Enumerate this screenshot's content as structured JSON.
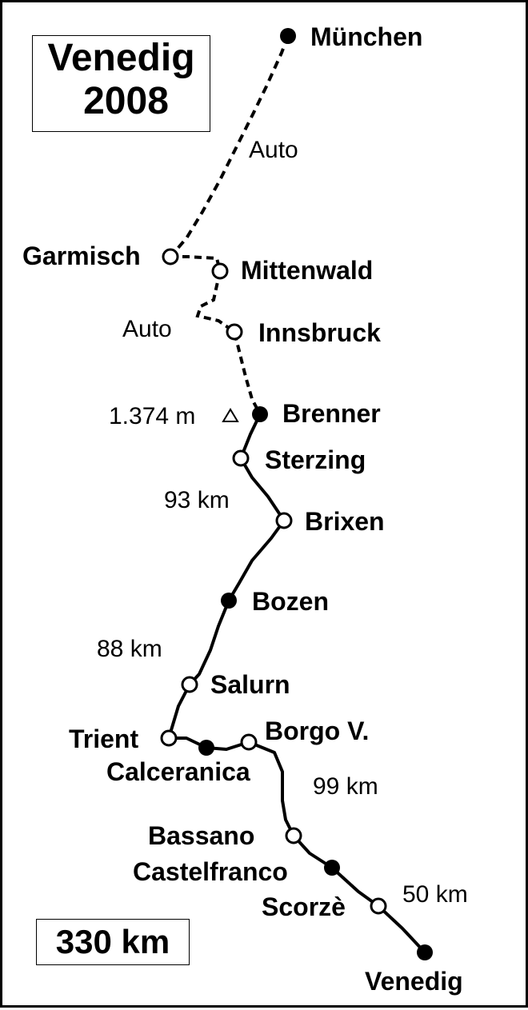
{
  "title": {
    "line1": "Venedig",
    "line2": "2008"
  },
  "total_distance": "330 km",
  "cities": [
    {
      "name": "München",
      "stop": "major"
    },
    {
      "name": "Garmisch",
      "stop": "minor"
    },
    {
      "name": "Mittenwald",
      "stop": "minor"
    },
    {
      "name": "Innsbruck",
      "stop": "minor"
    },
    {
      "name": "Brenner",
      "stop": "major"
    },
    {
      "name": "Sterzing",
      "stop": "minor"
    },
    {
      "name": "Brixen",
      "stop": "minor"
    },
    {
      "name": "Bozen",
      "stop": "major"
    },
    {
      "name": "Salurn",
      "stop": "minor"
    },
    {
      "name": "Trient",
      "stop": "minor"
    },
    {
      "name": "Calceranica",
      "stop": "major"
    },
    {
      "name": "Borgo V.",
      "stop": "minor"
    },
    {
      "name": "Bassano",
      "stop": "minor"
    },
    {
      "name": "Castelfranco",
      "stop": "major"
    },
    {
      "name": "Scorzè",
      "stop": "minor"
    },
    {
      "name": "Venedig",
      "stop": "major"
    }
  ],
  "segments": {
    "auto_1": "Auto",
    "auto_2": "Auto",
    "dist_1": "93 km",
    "dist_2": "88 km",
    "dist_3": "99 km",
    "dist_4": "50 km"
  },
  "pass": {
    "elevation": "1.374 m",
    "icon": "mountain-pass-triangle-icon"
  },
  "colors": {
    "line": "#000000",
    "major_stop_fill": "#000000",
    "minor_stop_fill": "#ffffff"
  }
}
